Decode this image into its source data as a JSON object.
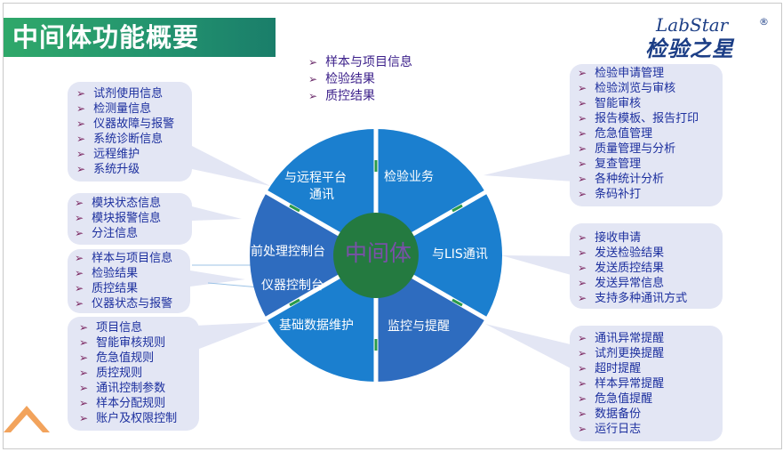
{
  "title": "中间体功能概要",
  "logo": {
    "en": "LabStar",
    "cn": "检验之星",
    "reg": "®"
  },
  "colors": {
    "title_bar": "#2fa86a",
    "segment_blue": "#1b7fcf",
    "segment_dark": "#2e6cbf",
    "center_green": "#247a40",
    "bubble": "#e3e6f4",
    "item_text": "#1c2f9e"
  },
  "center": {
    "label": "中间体"
  },
  "segments": [
    {
      "label": "检验业务"
    },
    {
      "label": "与LIS通讯"
    },
    {
      "label": "监控与提醒"
    },
    {
      "label": "基础数据维护"
    },
    {
      "label": "仪器控制台"
    },
    {
      "label": "前处理控制台"
    },
    {
      "label": "与远程平台"
    },
    {
      "label": "通讯"
    }
  ],
  "top_items": [
    "样本与项目信息",
    "检验结果",
    "质控结果"
  ],
  "left_bubbles": [
    {
      "items": [
        "试剂使用信息",
        "检测量信息",
        "仪器故障与报警",
        "系统诊断信息",
        "远程维护",
        "系统升级"
      ]
    },
    {
      "items": [
        "模块状态信息",
        "模块报警信息",
        "分注信息"
      ]
    },
    {
      "items": [
        "样本与项目信息",
        "检验结果",
        "质控结果",
        "仪器状态与报警"
      ]
    },
    {
      "items": [
        "项目信息",
        "智能审核规则",
        "危急值规则",
        "质控规则",
        "通讯控制参数",
        "样本分配规则",
        "账户及权限控制"
      ]
    }
  ],
  "right_bubbles": [
    {
      "items": [
        "检验申请管理",
        "检验浏览与审核",
        "智能审核",
        "报告模板、报告打印",
        "危急值管理",
        "质量管理与分析",
        "复查管理",
        "各种统计分析",
        "条码补打"
      ]
    },
    {
      "items": [
        "接收申请",
        "发送检验结果",
        "发送质控结果",
        "发送异常信息",
        "支持多种通讯方式"
      ]
    },
    {
      "items": [
        "通讯异常提醒",
        "试剂更换提醒",
        "超时提醒",
        "样本异常提醒",
        "危急值提醒",
        "数据备份",
        "运行日志"
      ]
    }
  ]
}
